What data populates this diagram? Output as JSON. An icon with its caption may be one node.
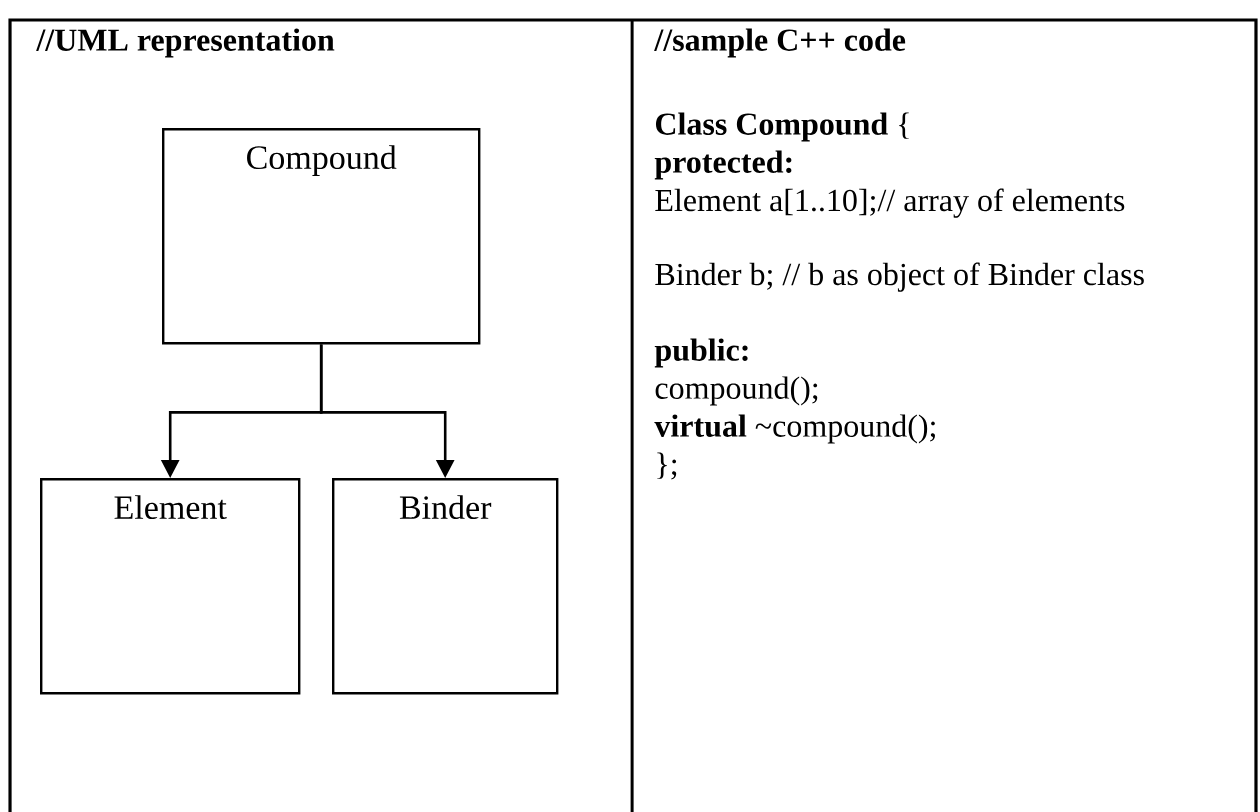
{
  "diagram": {
    "nodes": [
      {
        "text": [
          "Compound"
        ]
      },
      {
        "text": [
          "Element"
        ]
      },
      {
        "text": [
          "Binder"
        ]
      }
    ],
    "edges": [
      {
        "from": 0,
        "to": 1,
        "arrow": "to"
      },
      {
        "from": 0,
        "to": 2,
        "arrow": "to"
      }
    ],
    "labels": [
      "//UML representation",
      "//sample C++ code",
      "**Class Compound** {",
      "protected:",
      "Element a[1..10];// array of elements",
      "Binder b; // b as object of Binder class",
      "public:",
      "compound();",
      "**virtual** ~compound();",
      "};"
    ]
  }
}
